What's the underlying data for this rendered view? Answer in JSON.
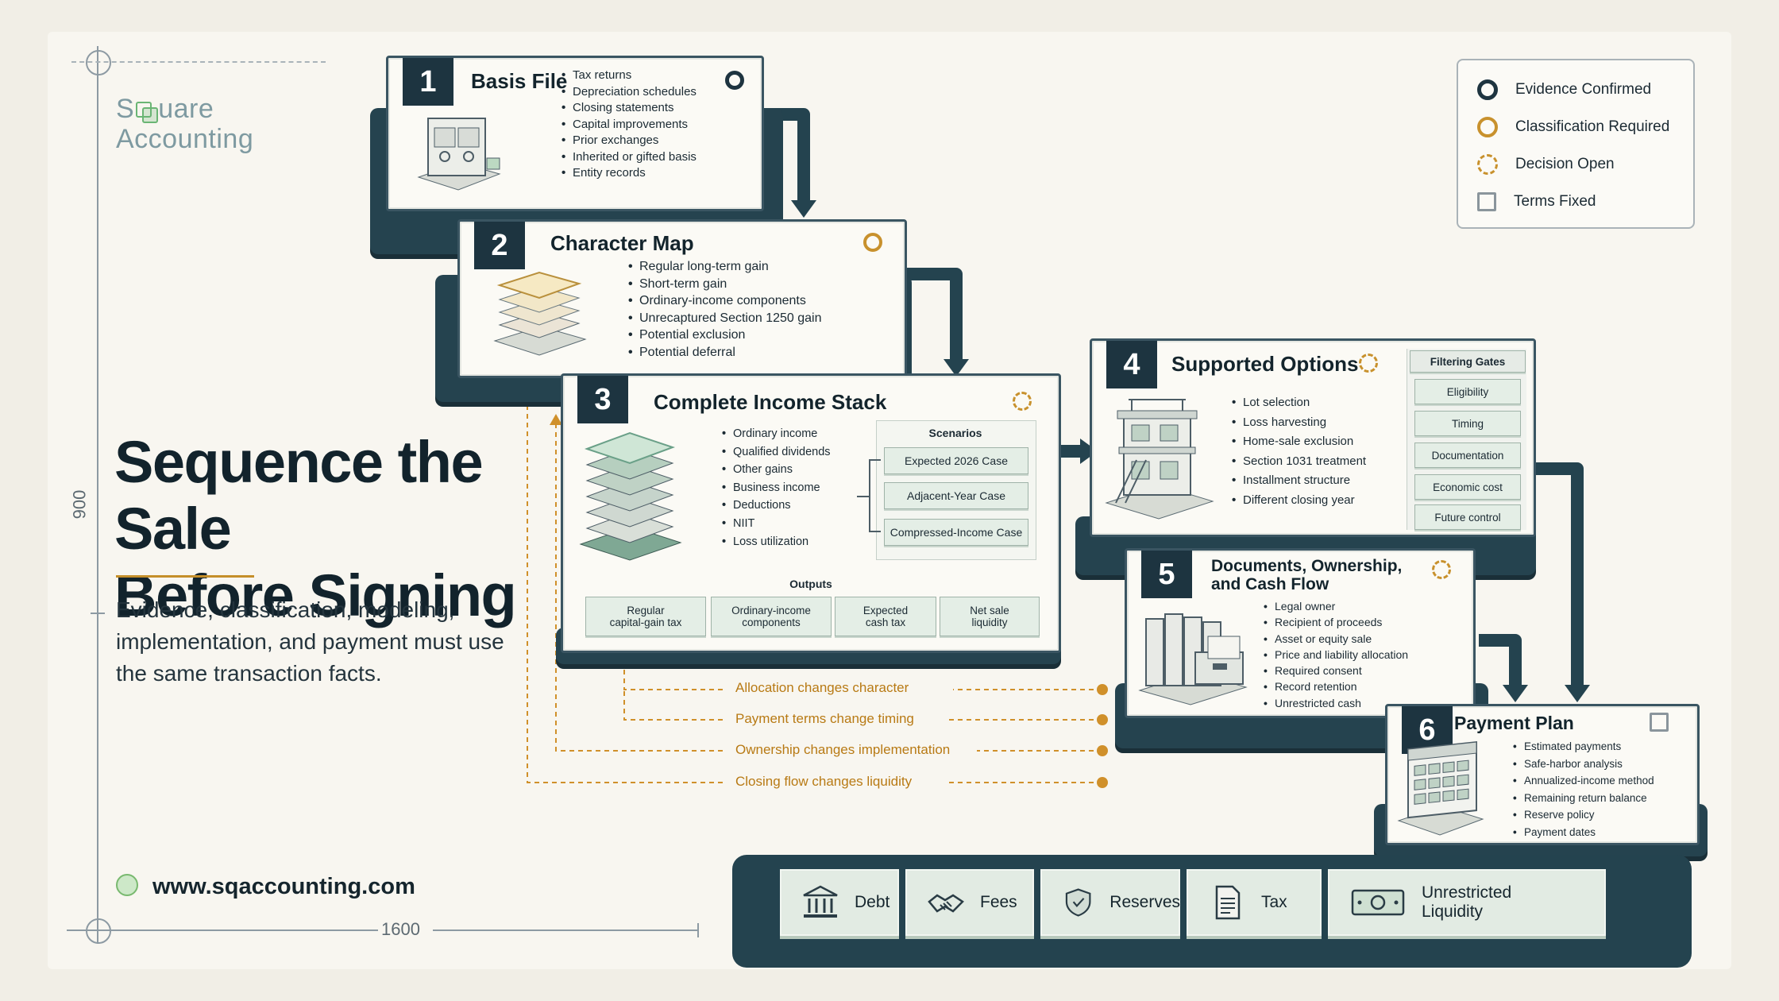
{
  "brand": {
    "name_line1": "Square",
    "name_line2": "Accounting"
  },
  "headline": {
    "line1": "Sequence the Sale",
    "line2": "Before Signing"
  },
  "subtext": "Evidence, classification, modeling, implementation, and payment must use the same transaction facts.",
  "website": "www.sqaccounting.com",
  "guides": {
    "vertical_label": "900",
    "horizontal_label": "1600"
  },
  "legend": {
    "items": [
      {
        "label": "Evidence Confirmed",
        "marker": "solid-ring"
      },
      {
        "label": "Classification Required",
        "marker": "gold-ring"
      },
      {
        "label": "Decision Open",
        "marker": "dashed-ring"
      },
      {
        "label": "Terms Fixed",
        "marker": "square"
      }
    ]
  },
  "steps": [
    {
      "number": "1",
      "title": "Basis File",
      "status": "solid-ring",
      "items": [
        "Tax returns",
        "Depreciation schedules",
        "Closing statements",
        "Capital improvements",
        "Prior exchanges",
        "Inherited or gifted basis",
        "Entity records"
      ]
    },
    {
      "number": "2",
      "title": "Character Map",
      "status": "gold-ring",
      "items": [
        "Regular long-term gain",
        "Short-term gain",
        "Ordinary-income components",
        "Unrecaptured Section 1250 gain",
        "Potential exclusion",
        "Potential deferral"
      ]
    },
    {
      "number": "3",
      "title": "Complete Income Stack",
      "status": "dashed-ring",
      "items": [
        "Ordinary income",
        "Qualified dividends",
        "Other gains",
        "Business income",
        "Deductions",
        "NIIT",
        "Loss utilization"
      ],
      "scenarios_title": "Scenarios",
      "scenarios": [
        "Expected 2026 Case",
        "Adjacent-Year Case",
        "Compressed-Income Case"
      ],
      "outputs_title": "Outputs",
      "outputs": [
        {
          "line1": "Regular",
          "line2": "capital-gain tax"
        },
        {
          "line1": "Ordinary-income",
          "line2": "components"
        },
        {
          "line1": "Expected",
          "line2": "cash tax"
        },
        {
          "line1": "Net sale",
          "line2": "liquidity"
        }
      ]
    },
    {
      "number": "4",
      "title": "Supported Options",
      "status": "dashed-ring",
      "items": [
        "Lot selection",
        "Loss harvesting",
        "Home-sale exclusion",
        "Section 1031 treatment",
        "Installment structure",
        "Different closing year"
      ],
      "gates_title": "Filtering Gates",
      "gates": [
        "Eligibility",
        "Timing",
        "Documentation",
        "Economic cost",
        "Future control"
      ]
    },
    {
      "number": "5",
      "title_line1": "Documents, Ownership,",
      "title_line2": "and Cash Flow",
      "status": "dashed-ring",
      "items": [
        "Legal owner",
        "Recipient of proceeds",
        "Asset or equity sale",
        "Price and liability allocation",
        "Required consent",
        "Record retention",
        "Unrestricted cash"
      ]
    },
    {
      "number": "6",
      "title": "Payment Plan",
      "status": "square",
      "items": [
        "Estimated payments",
        "Safe-harbor analysis",
        "Annualized-income method",
        "Remaining return balance",
        "Reserve policy",
        "Payment dates"
      ]
    }
  ],
  "annotations": [
    "Allocation changes character",
    "Payment terms change timing",
    "Ownership changes implementation",
    "Closing flow changes liquidity"
  ],
  "tray": [
    {
      "label": "Debt",
      "icon": "bank-icon"
    },
    {
      "label": "Fees",
      "icon": "handshake-icon"
    },
    {
      "label": "Reserves",
      "icon": "shield-icon"
    },
    {
      "label": "Tax",
      "icon": "document-icon"
    },
    {
      "label_line1": "Unrestricted",
      "label_line2": "Liquidity",
      "icon": "cash-icon"
    }
  ],
  "colors": {
    "navy": "#1d3440",
    "gold": "#c8912d",
    "sage": "#e4eee6",
    "background": "#f8f6f0"
  }
}
